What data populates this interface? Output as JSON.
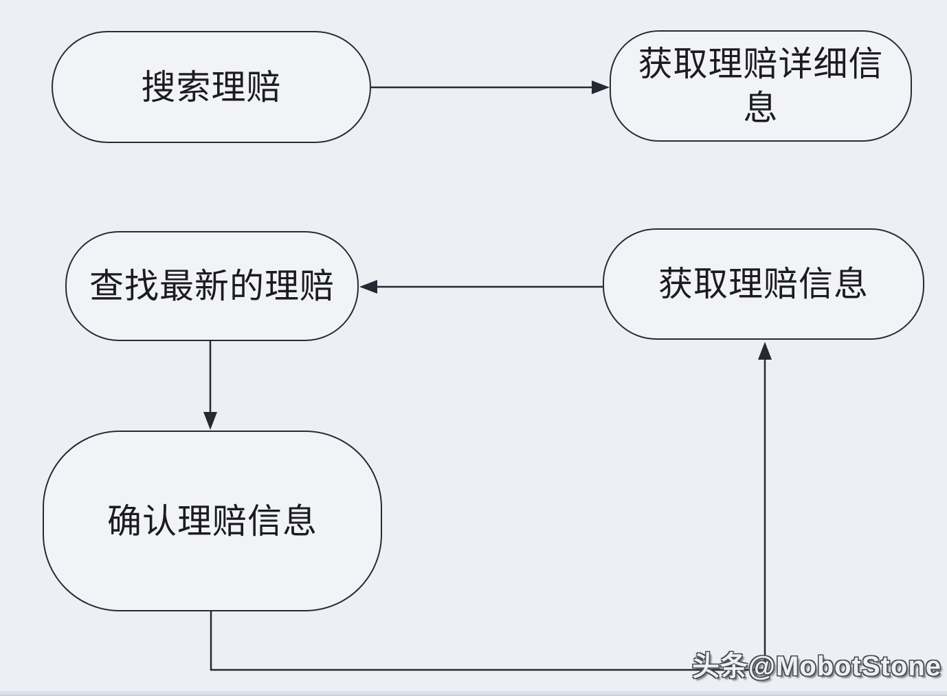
{
  "diagram": {
    "type": "flowchart",
    "background_color": "#edeff4",
    "stroke_color": "#262833",
    "text_color": "#1b1b21",
    "nodes": [
      {
        "id": "search-claim",
        "label": "搜索理赔"
      },
      {
        "id": "get-claim-details",
        "label": "获取理赔详细信息"
      },
      {
        "id": "find-latest-claim",
        "label": "查找最新的理赔"
      },
      {
        "id": "get-claim-info",
        "label": "获取理赔信息"
      },
      {
        "id": "confirm-claim-info",
        "label": "确认理赔信息"
      }
    ],
    "edges": [
      {
        "from": "搜索理赔",
        "to": "获取理赔详细信息",
        "direction": "right"
      },
      {
        "from": "获取理赔信息",
        "to": "查找最新的理赔",
        "direction": "left"
      },
      {
        "from": "查找最新的理赔",
        "to": "确认理赔信息",
        "direction": "down"
      },
      {
        "from": "确认理赔信息",
        "to": "获取理赔信息",
        "direction": "down-right-up"
      }
    ]
  },
  "watermark": {
    "text": "头条@MobotStone"
  },
  "nodes": [
    {
      "label": "搜索理赔"
    },
    {
      "label": "获取理赔详细信息"
    },
    {
      "label": "查找最新的理赔"
    },
    {
      "label": "获取理赔信息"
    },
    {
      "label": "确认理赔信息"
    }
  ]
}
